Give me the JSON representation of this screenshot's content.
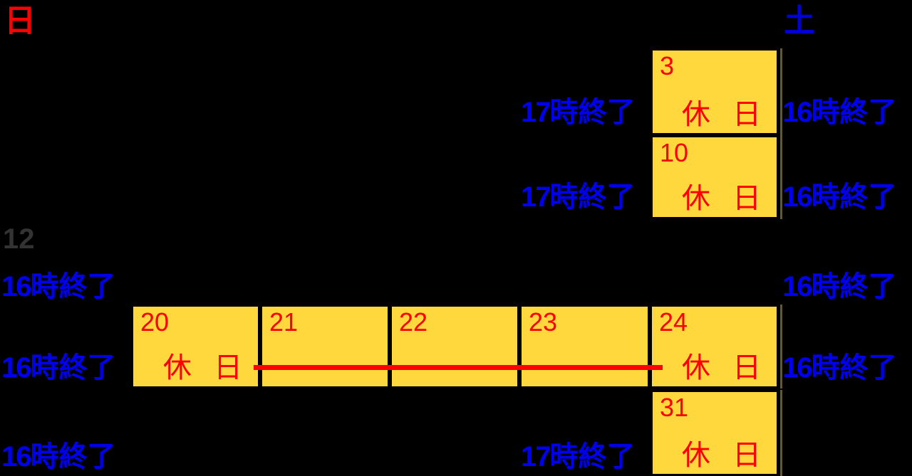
{
  "calendar": {
    "month_label": "12",
    "weekday_headers": [
      {
        "name": "sunday",
        "label": "日",
        "color": "#ff0000"
      },
      {
        "name": "saturday",
        "label": "土",
        "color": "#0000dd"
      }
    ],
    "holiday_text": "休 日",
    "colors": {
      "cell_fill": "#ffd83d",
      "cell_border": "#000000",
      "day_number": "#ff0000",
      "holiday_text": "#ff0000",
      "note_text": "#0000ee",
      "month_label": "#333333",
      "background": "#000000",
      "strike": "#ff0000"
    },
    "cells": [
      {
        "day": "3",
        "holiday": "休 日"
      },
      {
        "day": "10",
        "holiday": "休 日"
      },
      {
        "day": "20",
        "holiday": "休 日"
      },
      {
        "day": "21",
        "holiday": ""
      },
      {
        "day": "22",
        "holiday": ""
      },
      {
        "day": "23",
        "holiday": ""
      },
      {
        "day": "24",
        "holiday": "休 日"
      },
      {
        "day": "31",
        "holiday": "休 日"
      }
    ],
    "notes": [
      {
        "id": "note-row1-left",
        "num": "17",
        "tail": "時終了",
        "full": "17時終了"
      },
      {
        "id": "note-row1-right",
        "num": "16",
        "tail": "時終了",
        "full": "16時終了"
      },
      {
        "id": "note-row2-left",
        "num": "17",
        "tail": "時終了",
        "full": "17時終了"
      },
      {
        "id": "note-row2-right",
        "num": "16",
        "tail": "時終了",
        "full": "16時終了"
      },
      {
        "id": "note-row3-left",
        "num": "16",
        "tail": "時終了",
        "full": "16時終了"
      },
      {
        "id": "note-row3-right",
        "num": "16",
        "tail": "時終了",
        "full": "16時終了"
      },
      {
        "id": "note-row4-left",
        "num": "16",
        "tail": "時終了",
        "full": "16時終了"
      },
      {
        "id": "note-row4-right",
        "num": "16",
        "tail": "時終了",
        "full": "16時終了"
      },
      {
        "id": "note-row5-left",
        "num": "16",
        "tail": "時終了",
        "full": "16時終了"
      },
      {
        "id": "note-row5-right",
        "num": "17",
        "tail": "時終了",
        "full": "17時終了"
      }
    ]
  }
}
